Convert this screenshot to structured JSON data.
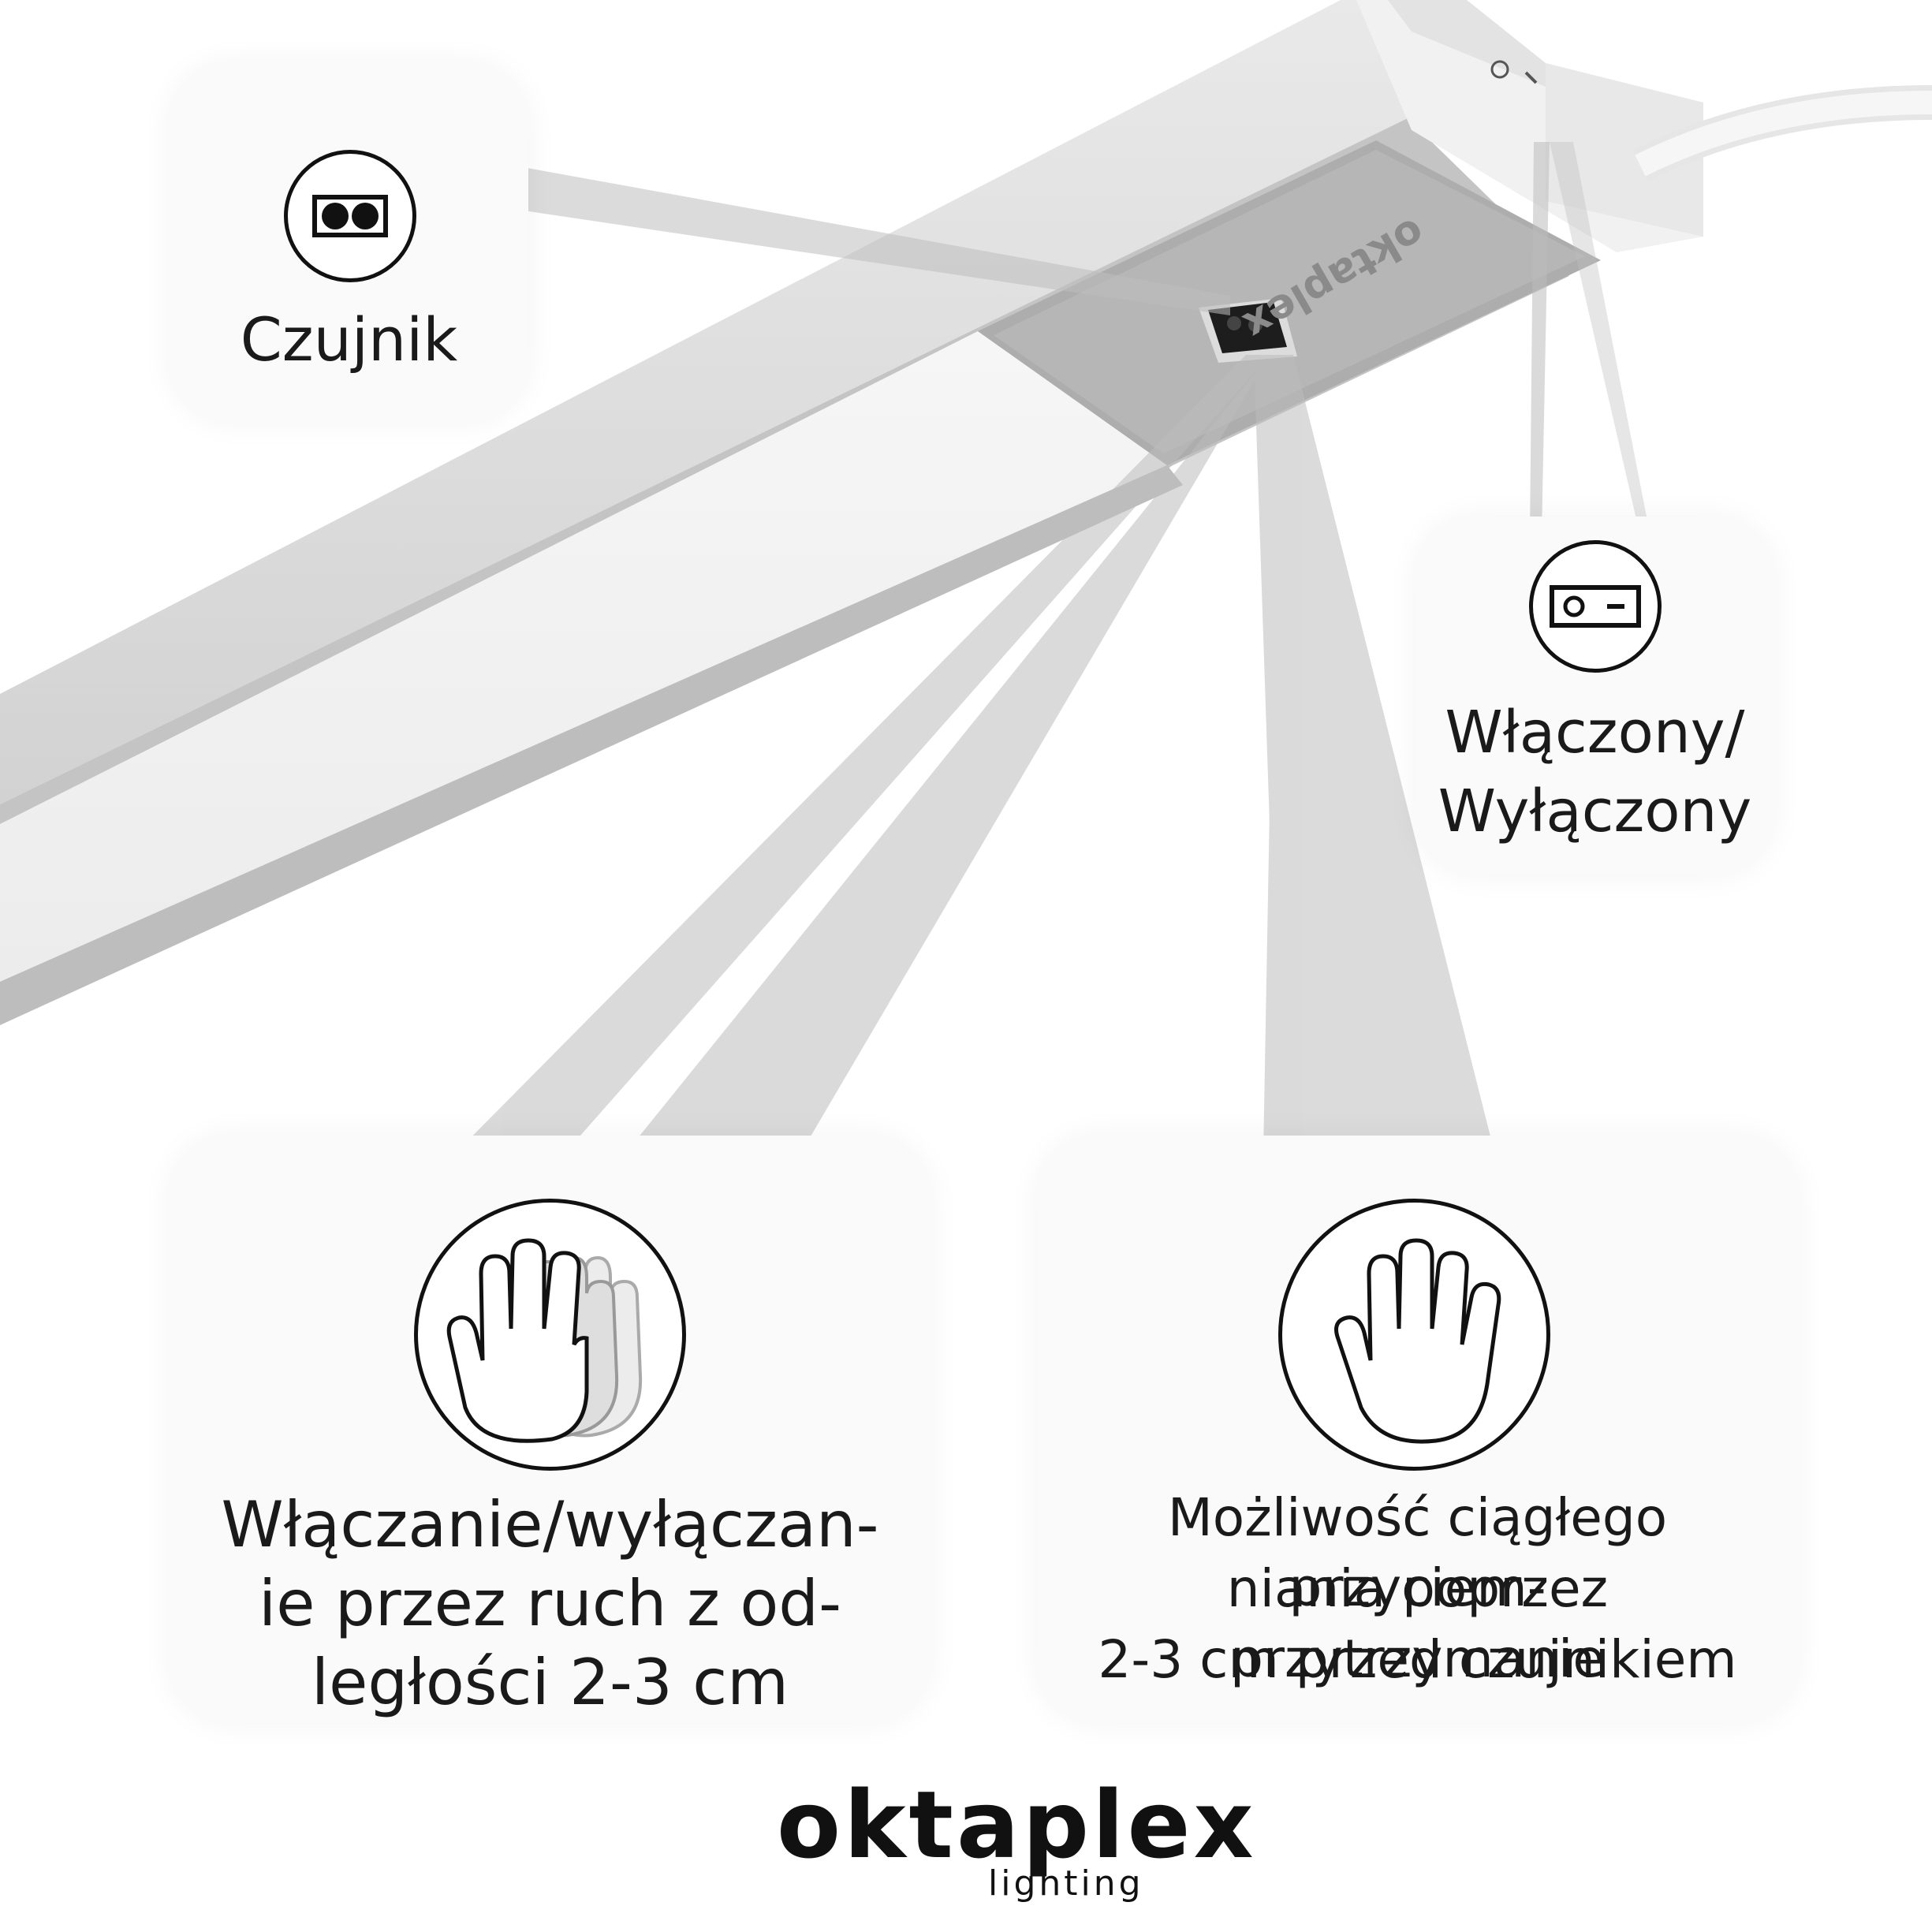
{
  "brand": {
    "name": "oktaplex",
    "subtitle": "lighting"
  },
  "features": {
    "sensor": {
      "label": "Czujnik",
      "icon": "sensor-icon"
    },
    "switch": {
      "line1": "Włączony/",
      "line2": "Wyłączony",
      "icon": "switch-icon"
    },
    "motion": {
      "line1": "Włączanie/wyłączan-",
      "line2": "ie przez ruch z od-",
      "line3": "ległości 2-3 cm",
      "icon": "waving-hand-icon"
    },
    "dimming": {
      "line1": "Możliwość ciągłego przyciem-",
      "line2": "niania poprzez przytrzymanie",
      "line3": "2-3 cm przed czujnikiem",
      "icon": "raised-hand-icon"
    }
  },
  "colors": {
    "beam": "#d4d4d4",
    "card": "#fafafa",
    "text": "#1a1a1a",
    "housing": "#c9c9c9"
  }
}
